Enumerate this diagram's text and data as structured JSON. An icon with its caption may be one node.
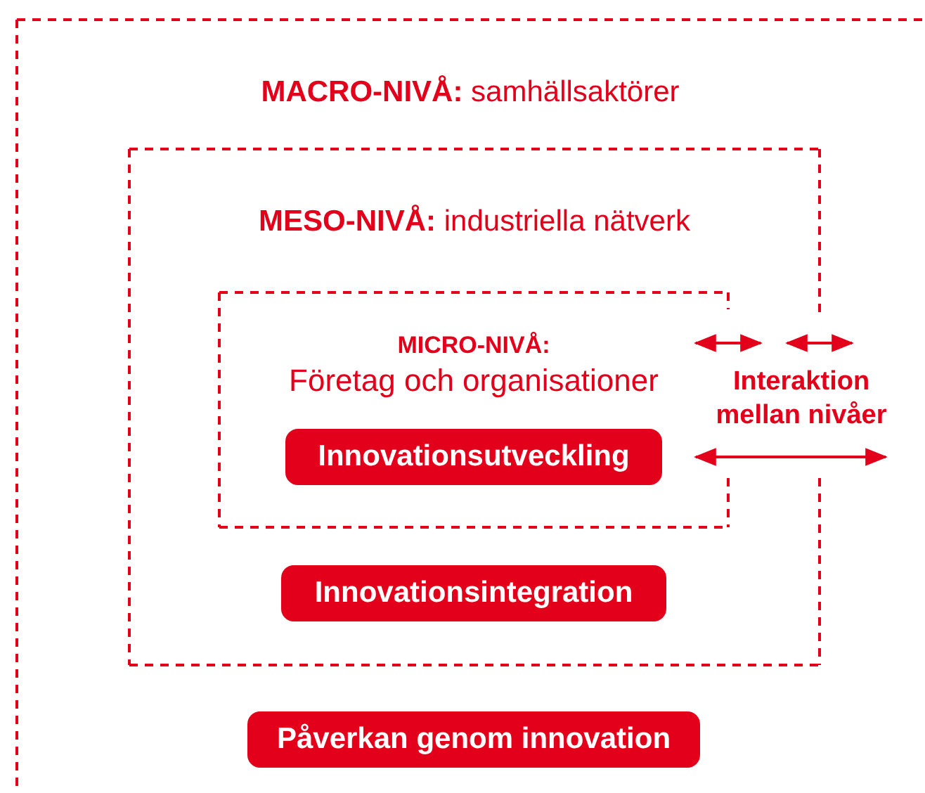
{
  "diagram": {
    "nodes": [
      {
        "text": [
          "**MACRO-NIVÅ:** samhällsaktörer"
        ]
      },
      {
        "text": [
          "**MESO-NIVÅ:** industriella nätverk"
        ],
        "in": 0
      },
      {
        "text": [
          "MICRO-NIVÅ:",
          "Företag och organisationer"
        ],
        "in": 1
      },
      {
        "text": [
          "Innovationsutveckling"
        ],
        "in": 2
      },
      {
        "text": [
          "Innovationsintegration"
        ],
        "in": 1
      },
      {
        "text": [
          "Påverkan genom innovation"
        ],
        "in": 0
      }
    ],
    "edges": [],
    "labels": [
      "Interaktion mellan nivåer"
    ]
  }
}
